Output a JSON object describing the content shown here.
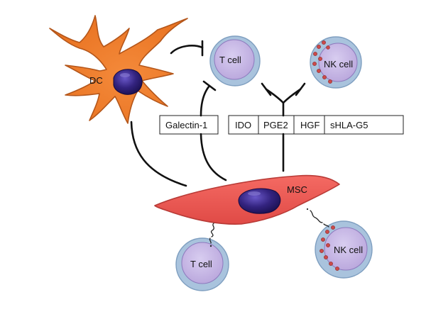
{
  "cells": {
    "dc": "DC",
    "t_cell_top": "T cell",
    "nk_cell_top": "NK cell",
    "msc": "MSC",
    "t_cell_bottom": "T cell",
    "nk_cell_bottom": "NK cell"
  },
  "factors": {
    "galectin": "Galectin-1",
    "ido": "IDO",
    "pge2": "PGE2",
    "hgf": "HGF",
    "shla": "sHLA-G5"
  },
  "colors": {
    "dc_fill": "#f07d2a",
    "dc_stroke": "#b4561a",
    "nucleus": "#2e1f7a",
    "msc_fill": "#ee5a55",
    "msc_stroke": "#b83a36",
    "lymph_outer": "#a9c3dd",
    "lymph_inner": "#c8b7e4",
    "granule": "#cc4a4a"
  }
}
